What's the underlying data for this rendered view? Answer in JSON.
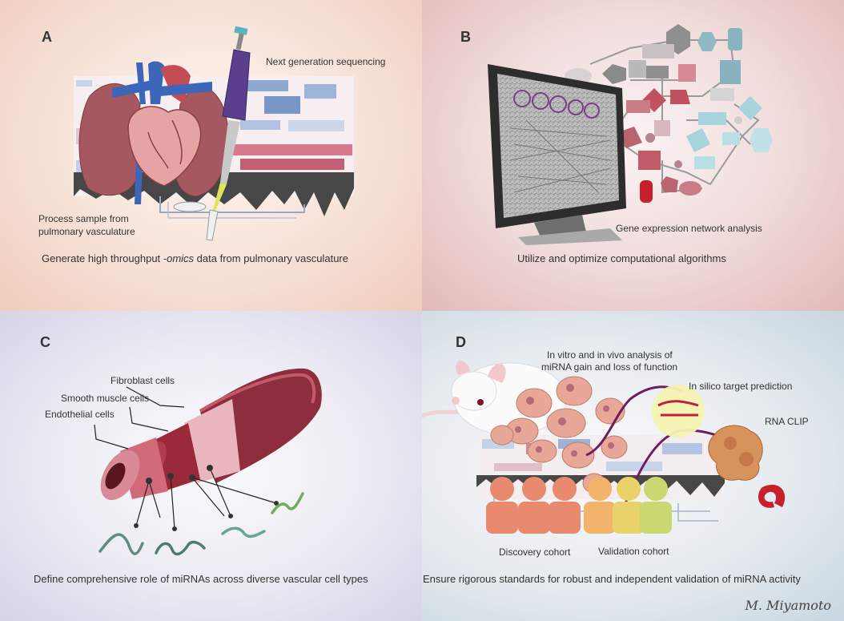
{
  "panels": {
    "a": {
      "letter": "A",
      "caption_pre": "Generate high throughput ",
      "caption_em": "-omics",
      "caption_post": " data from pulmonary vasculature",
      "label_sequencing": "Next generation sequencing",
      "label_process_line1": "Process sample from",
      "label_process_line2": "pulmonary vasculature"
    },
    "b": {
      "letter": "B",
      "caption": "Utilize and optimize computational algorithms",
      "label_network": "Gene expression network analysis"
    },
    "c": {
      "letter": "C",
      "caption": "Define comprehensive role of miRNAs across diverse vascular cell types",
      "label_fibroblast": "Fibroblast cells",
      "label_smooth_muscle": "Smooth muscle cells",
      "label_endothelial": "Endothelial cells"
    },
    "d": {
      "letter": "D",
      "caption": "Ensure rigorous standards for robust and independent validation of miRNA activity",
      "label_invitro_line1": "In vitro and in vivo analysis of",
      "label_invitro_line2": "miRNA gain and loss of function",
      "label_insilico": "In silico target prediction",
      "label_clip": "RNA CLIP",
      "label_discovery": "Discovery cohort",
      "label_validation": "Validation cohort"
    }
  },
  "signature": "M. Miyamoto"
}
